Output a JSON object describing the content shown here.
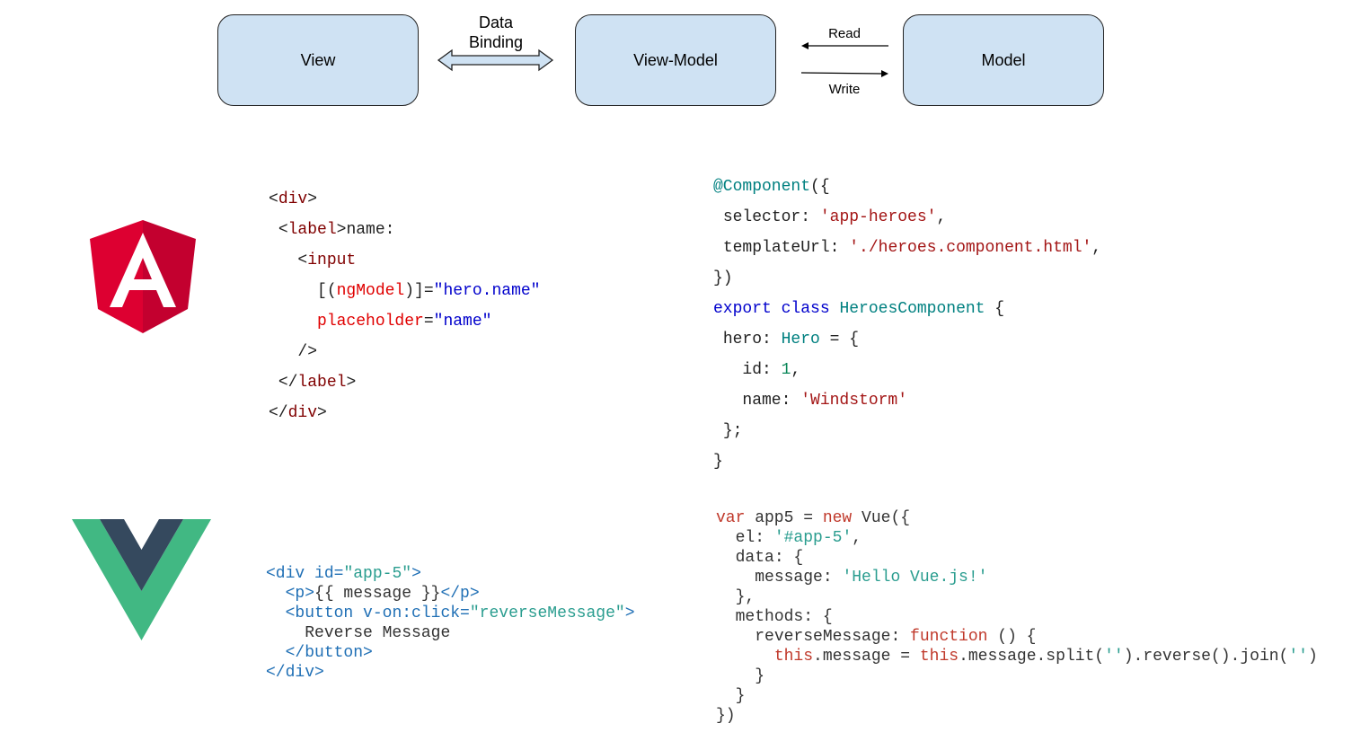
{
  "diagram": {
    "view": "View",
    "view_model": "View-Model",
    "model": "Model",
    "binding_line1": "Data",
    "binding_line2": "Binding",
    "read": "Read",
    "write": "Write"
  },
  "angular_template": {
    "l1_lt": "<",
    "l1_tag": "div",
    "l1_gt": ">",
    "l2_lt": "<",
    "l2_tag": "label",
    "l2_gt": ">",
    "l2_text": "name:",
    "l3_lt": "<",
    "l3_tag": "input",
    "l4_open": "[(",
    "l4_attr": "ngModel",
    "l4_close": ")]=",
    "l4_val": "\"hero.name\"",
    "l5_attr": "placeholder",
    "l5_eq": "=",
    "l5_val": "\"name\"",
    "l6": "/>",
    "l7_lt": "</",
    "l7_tag": "label",
    "l7_gt": ">",
    "l8_lt": "</",
    "l8_tag": "div",
    "l8_gt": ">"
  },
  "angular_component": {
    "l1_dec": "@Component",
    "l1_rest": "({",
    "l2_key": "selector: ",
    "l2_val": "'app-heroes'",
    "l2_end": ",",
    "l3_key": "templateUrl: ",
    "l3_val": "'./heroes.component.html'",
    "l3_end": ",",
    "l4": "})",
    "l5_kw1": "export",
    "l5_kw2": "class",
    "l5_name": "HeroesComponent",
    "l5_end": " {",
    "l6_key": "hero: ",
    "l6_type": "Hero",
    "l6_end": " = {",
    "l7_key": "id: ",
    "l7_val": "1",
    "l7_end": ",",
    "l8_key": "name: ",
    "l8_val": "'Windstorm'",
    "l9": "};",
    "l10": "}"
  },
  "vue_template": {
    "l1_tag": "<div",
    "l1_attr": " id=",
    "l1_val": "\"app-5\"",
    "l1_gt": ">",
    "l2_open": "<p>",
    "l2_text": "{{ message }}",
    "l2_close": "</p>",
    "l3_tag": "<button",
    "l3_attr": " v-on:click=",
    "l3_val": "\"reverseMessage\"",
    "l3_gt": ">",
    "l4": "Reverse Message",
    "l5": "</button>",
    "l6": "</div>"
  },
  "vue_script": {
    "l1_kw": "var",
    "l1_mid": " app5 = ",
    "l1_kw2": "new",
    "l1_end": " Vue({",
    "l2_key": "el: ",
    "l2_val": "'#app-5'",
    "l2_end": ",",
    "l3": "data: {",
    "l4_key": "message: ",
    "l4_val": "'Hello Vue.js!'",
    "l5": "},",
    "l6": "methods: {",
    "l7_key": "reverseMessage: ",
    "l7_kw": "function",
    "l7_end": " () {",
    "l8_this1": "this",
    "l8_mid": ".message = ",
    "l8_this2": "this",
    "l8_call": ".message.split(",
    "l8_s1": "''",
    "l8_mid2": ").reverse().join(",
    "l8_s2": "''",
    "l8_end": ")",
    "l9": "}",
    "l10": "}",
    "l11": "})"
  },
  "logos": {
    "angular_letter": "A",
    "angular_red": "#dd0031",
    "angular_dark": "#c3002f",
    "vue_green": "#41b883",
    "vue_dark": "#35495e"
  }
}
